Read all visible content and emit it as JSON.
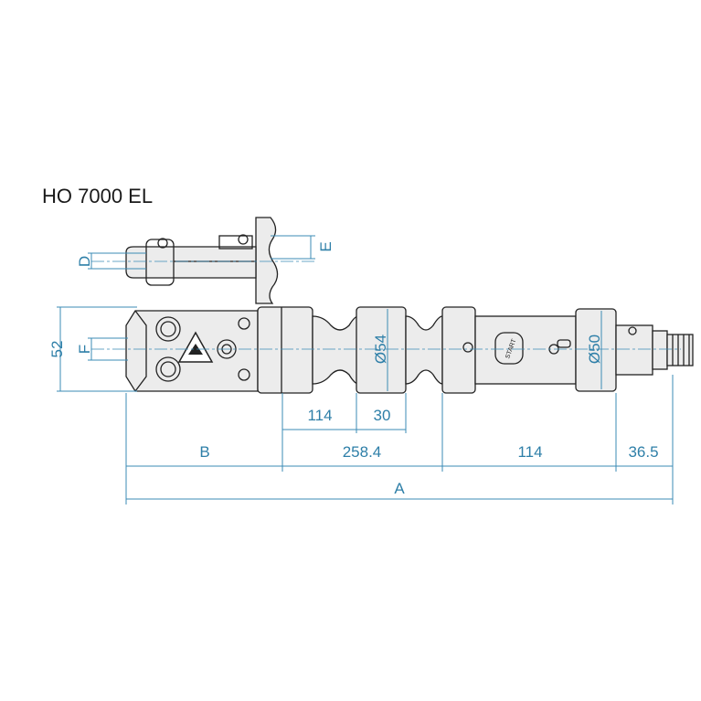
{
  "title": "HO 7000 EL",
  "colors": {
    "dimension": "#3b8bb5",
    "outline": "#222222",
    "body": "#ececec"
  },
  "labels": {
    "D": "D",
    "E": "E",
    "F": "F",
    "height_52": "52",
    "dia_54": "Ø54",
    "dia_50": "Ø50",
    "len_114_a": "114",
    "len_30": "30",
    "B": "B",
    "len_258_4": "258.4",
    "len_114_b": "114",
    "len_36_5": "36.5",
    "A": "A",
    "start": "START"
  }
}
